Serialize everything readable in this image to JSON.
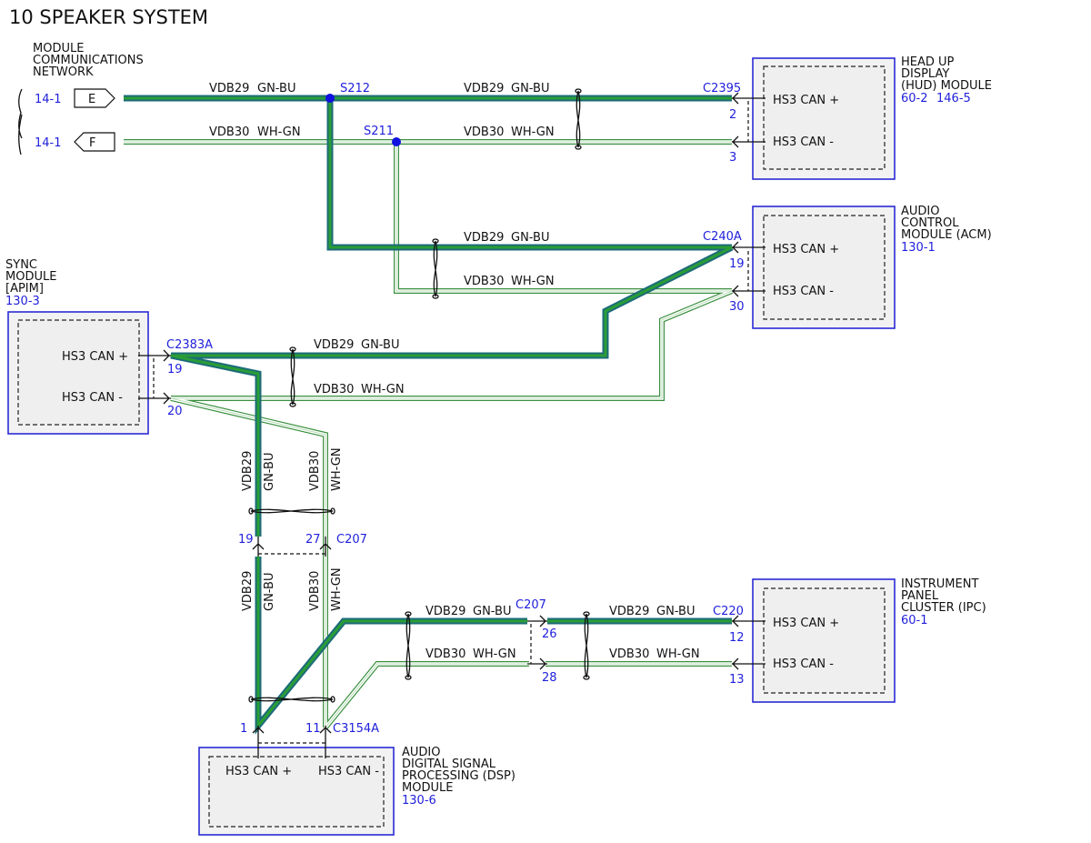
{
  "title": "10 SPEAKER SYSTEM",
  "mcn": {
    "label_lines": [
      "MODULE",
      "COMMUNICATIONS",
      "NETWORK"
    ],
    "ref_e": "14-1",
    "ref_f": "14-1",
    "conn_e": "E",
    "conn_f": "F"
  },
  "wires": {
    "vdb29": "VDB29",
    "gnbu": "GN-BU",
    "vdb30": "VDB30",
    "whgn": "WH-GN"
  },
  "splices": {
    "s212": "S212",
    "s211": "S211"
  },
  "pins": {
    "hs3_plus": "HS3 CAN +",
    "hs3_minus": "HS3 CAN -"
  },
  "hud": {
    "name_lines": [
      "HEAD UP",
      "DISPLAY",
      "(HUD) MODULE"
    ],
    "ref1": "60-2",
    "ref2": "146-5",
    "connector": "C2395",
    "pin_plus": "2",
    "pin_minus": "3"
  },
  "acm": {
    "name_lines": [
      "AUDIO",
      "CONTROL",
      "MODULE (ACM)"
    ],
    "ref": "130-1",
    "connector": "C240A",
    "pin_plus": "19",
    "pin_minus": "30"
  },
  "sync": {
    "name_lines": [
      "SYNC",
      "MODULE",
      "[APIM]"
    ],
    "ref": "130-3",
    "connector": "C2383A",
    "pin_plus": "19",
    "pin_minus": "20"
  },
  "c207": {
    "connector": "C207",
    "pin_a": "19",
    "pin_b": "27",
    "pin_c": "26",
    "pin_d": "28"
  },
  "ipc": {
    "name_lines": [
      "INSTRUMENT",
      "PANEL",
      "CLUSTER (IPC)"
    ],
    "ref": "60-1",
    "connector": "C220",
    "pin_plus": "12",
    "pin_minus": "13"
  },
  "dsp": {
    "name_lines": [
      "AUDIO",
      "DIGITAL SIGNAL",
      "PROCESSING (DSP)",
      "MODULE"
    ],
    "ref": "130-6",
    "connector": "C3154A",
    "pin_plus": "1",
    "pin_minus": "11"
  },
  "colors": {
    "gnbu_outer": "#1c6b7a",
    "gnbu_inner": "#2a9d35",
    "whgn_edge": "#3a8f3f",
    "link_blue": "#1f1fdc",
    "module_border": "#2a2ad6"
  }
}
